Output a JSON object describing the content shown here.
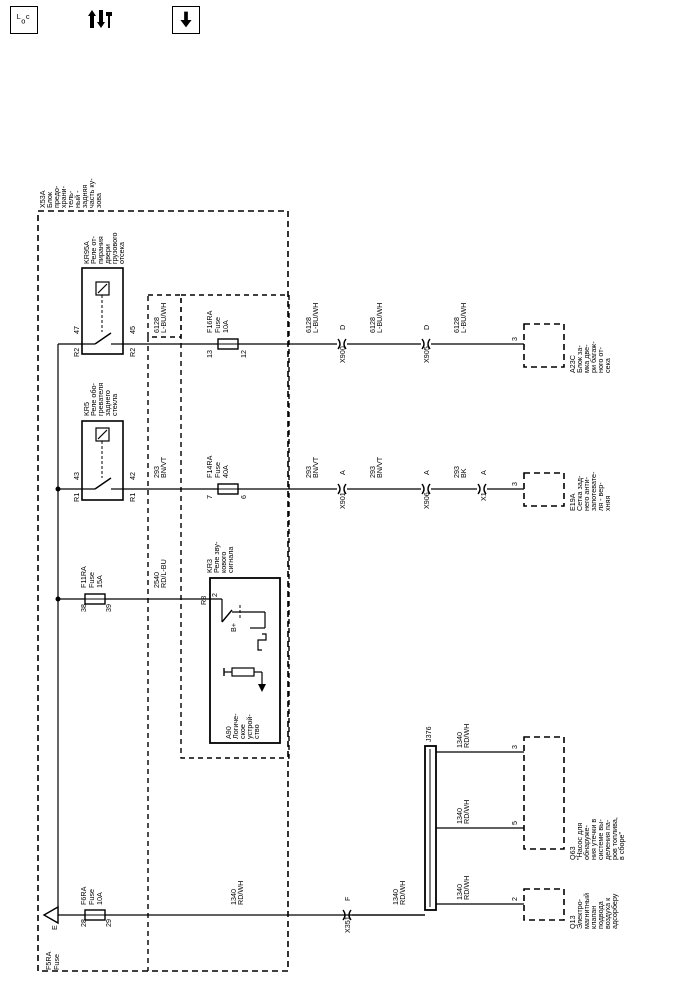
{
  "toolbar": {
    "buttons": [
      {
        "name": "legend-toggle-button",
        "icon": "loc-legend-icon"
      },
      {
        "name": "connector-info-button",
        "icon": "connector-wrench-icon"
      },
      {
        "name": "download-button",
        "icon": "arrow-down-icon"
      }
    ]
  },
  "fuse_block": {
    "id": "X53A",
    "desc": [
      "Блок",
      "предо-",
      "храни-",
      "тель-",
      "ный -",
      "задняя",
      "часть ку-",
      "зова"
    ]
  },
  "relays": {
    "kr95a": {
      "id": "KR95A",
      "desc": [
        "Реле от-",
        "пирания",
        "двери",
        "грузового",
        "отсека"
      ],
      "pin_in_cav": "R2",
      "pin_in": "47",
      "pin_out_cav": "R2",
      "pin_out": "45"
    },
    "kr5": {
      "id": "KR5",
      "desc": [
        "Реле обо-",
        "гревателя",
        "заднего",
        "стекла"
      ],
      "pin_in_cav": "R1",
      "pin_in": "43",
      "pin_out_cav": "R1",
      "pin_out": "42"
    },
    "kr3": {
      "id": "KR3",
      "desc": [
        "Реле зву-",
        "кового",
        "сигнала"
      ],
      "pin_cav": "R8",
      "pin": "2",
      "b_plus": "B+"
    }
  },
  "fuses": {
    "f16ra": {
      "id": "F16RA",
      "type": "Fuse",
      "rating": "10A",
      "pin_a": "13",
      "pin_b": "12"
    },
    "f14ra": {
      "id": "F14RA",
      "type": "Fuse",
      "rating": "40A",
      "pin_a": "7",
      "pin_b": "6"
    },
    "f11ra": {
      "id": "F11RA",
      "type": "Fuse",
      "rating": "15A",
      "pin_a": "38",
      "pin_b": "39"
    },
    "f6ra": {
      "id": "F6RA",
      "type": "Fuse",
      "rating": "10A",
      "pin_a": "28",
      "pin_b": "29"
    },
    "f5ra": {
      "id": "F5RA",
      "type": "Fuse",
      "pin": "E"
    }
  },
  "wires": {
    "w6128_a": [
      "6128",
      "L-BU/WH"
    ],
    "w6128_b": [
      "6128",
      "L-BU/WH"
    ],
    "w6128_c": [
      "6128",
      "L-BU/WH"
    ],
    "w6128_d": [
      "6128",
      "L-BU/WH"
    ],
    "w293_a": [
      "293",
      "BN/VT"
    ],
    "w293_b": [
      "293",
      "BN/VT"
    ],
    "w293_c": [
      "293",
      "BN/VT"
    ],
    "w293_d": [
      "293",
      "BK"
    ],
    "w2540": [
      "2540",
      "RD/L-BU"
    ],
    "w1340_main": [
      "1340",
      "RD/WH"
    ],
    "w1340_x351": [
      "1340",
      "RD/WH"
    ],
    "w1340_b1": [
      "1340",
      "RD/WH"
    ],
    "w1340_b2": [
      "1340",
      "RD/WH"
    ],
    "w1340_b3": [
      "1340",
      "RD/WH"
    ]
  },
  "connectors": {
    "x900": {
      "id": "X900",
      "pin": "D"
    },
    "x905": {
      "id": "X905",
      "pin": "D"
    },
    "x901": {
      "id": "X901",
      "pin": "A"
    },
    "x906": {
      "id": "X906",
      "pin": "A"
    },
    "x1": {
      "id": "X1",
      "pin": "A"
    },
    "x351": {
      "id": "X351",
      "pin": "F"
    }
  },
  "splice": {
    "id": "J376"
  },
  "modules": {
    "a23c": {
      "id": "A23C",
      "pin": "3",
      "desc": [
        "Блок за-",
        "мка две-",
        "ри багаж-",
        "ного от-",
        "сека"
      ]
    },
    "e19a": {
      "id": "E19A",
      "pin": "3",
      "desc": [
        "Сетка зад-",
        "него анти-",
        "запотевате-",
        "ля - вер-",
        "хняя"
      ]
    },
    "q63": {
      "id": "Q63",
      "pin_a": "3",
      "pin_b": "5",
      "desc": [
        "\"Насос для",
        "обнаруже-",
        "ния утечки в",
        "системе вы-",
        "деления па-",
        "ров топлива,",
        "в сборе\""
      ]
    },
    "q13": {
      "id": "Q13",
      "pin": "2",
      "desc": [
        "Электро-",
        "магнитный",
        "клапан",
        "подвода",
        "воздуха к",
        "адсорберу"
      ]
    },
    "a90": {
      "id": "A90",
      "desc": [
        "Логиче-",
        "ское",
        "устрой-",
        "ство"
      ]
    }
  }
}
